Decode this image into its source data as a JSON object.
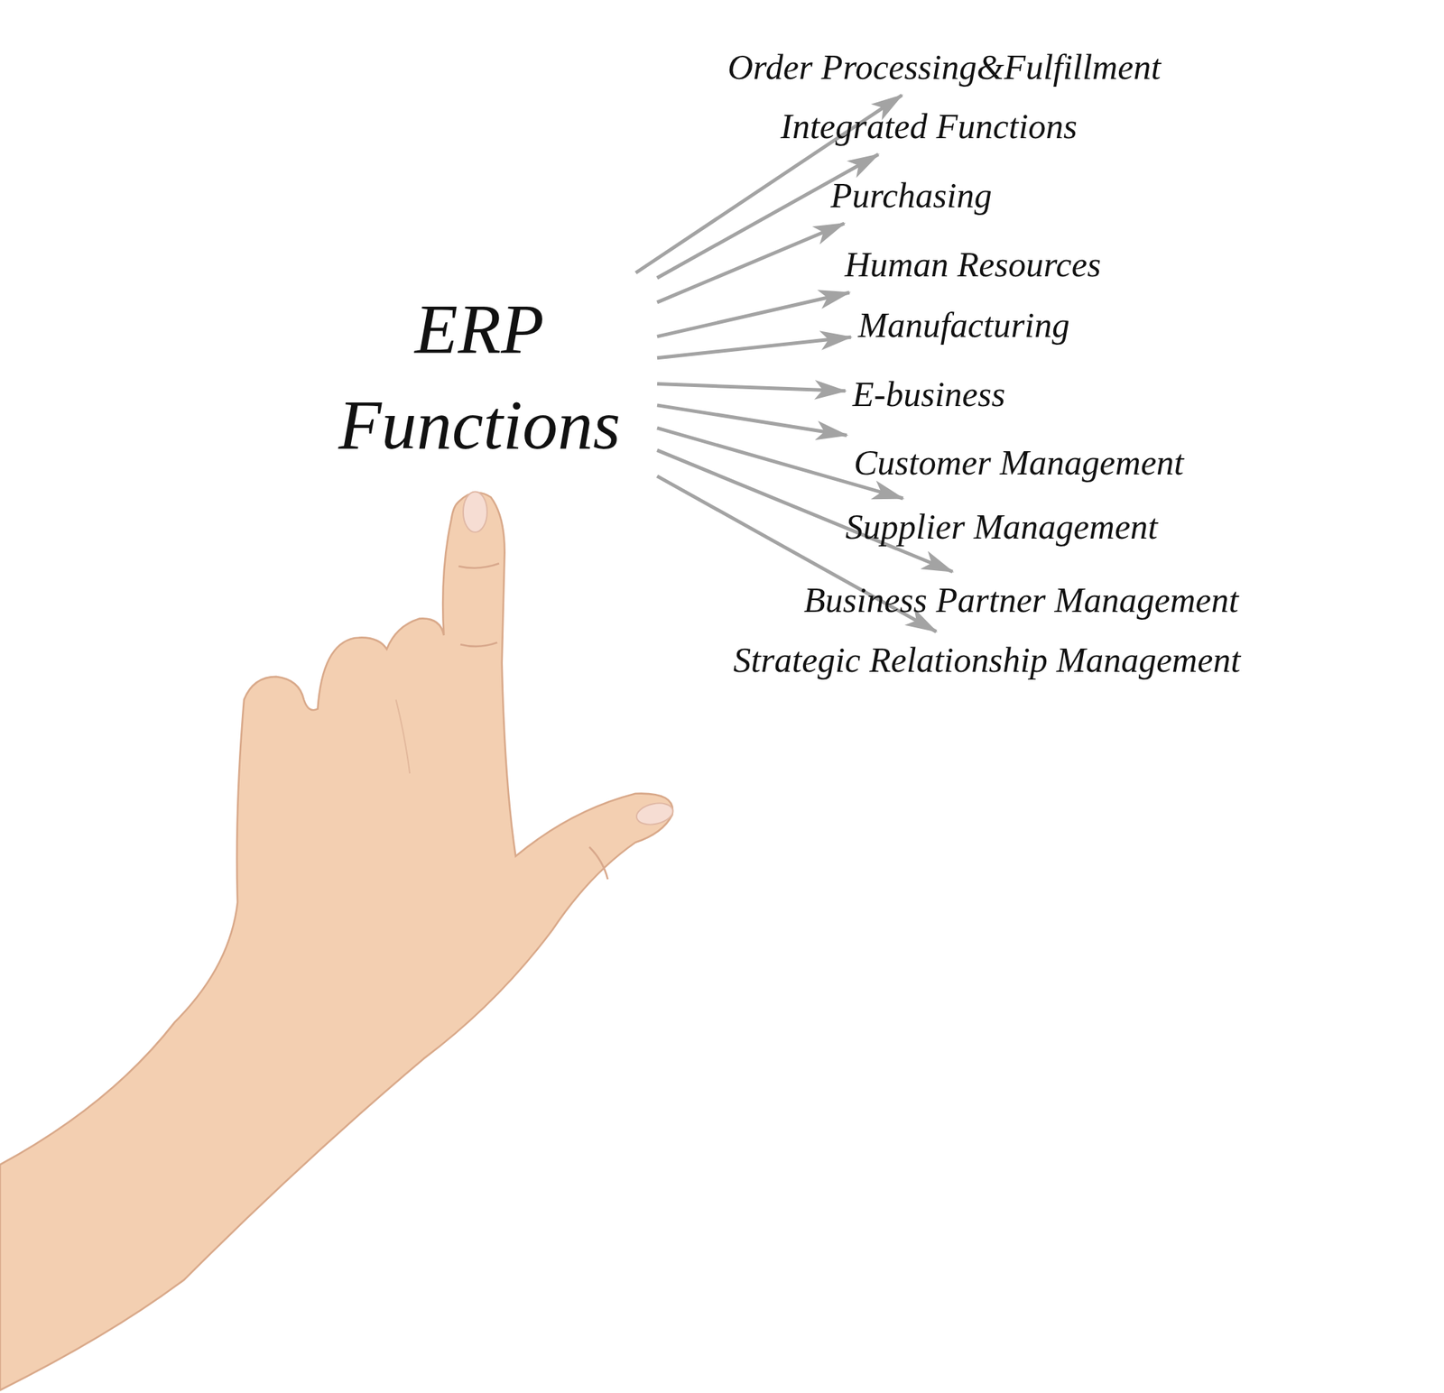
{
  "diagram": {
    "nodes": [
      {
        "text": [
          "ERP Functions"
        ]
      },
      {
        "text": [
          "Order Processing&Fulfillment"
        ]
      },
      {
        "text": [
          "Integrated Functions"
        ]
      },
      {
        "text": [
          "Purchasing"
        ]
      },
      {
        "text": [
          "Human Resources"
        ]
      },
      {
        "text": [
          "Manufacturing"
        ]
      },
      {
        "text": [
          "E-business"
        ]
      },
      {
        "text": [
          "Customer Management"
        ]
      },
      {
        "text": [
          "Supplier Management"
        ]
      },
      {
        "text": [
          "Business Partner Management"
        ]
      },
      {
        "text": [
          "Strategic Relationship Management"
        ]
      }
    ],
    "edges": [
      {
        "from": 0,
        "to": 1,
        "arrow": "to"
      },
      {
        "from": 0,
        "to": 2,
        "arrow": "to"
      },
      {
        "from": 0,
        "to": 3,
        "arrow": "to"
      },
      {
        "from": 0,
        "to": 4,
        "arrow": "to"
      },
      {
        "from": 0,
        "to": 5,
        "arrow": "to"
      },
      {
        "from": 0,
        "to": 6,
        "arrow": "to"
      },
      {
        "from": 0,
        "to": 7,
        "arrow": "to"
      },
      {
        "from": 0,
        "to": 8,
        "arrow": "to"
      },
      {
        "from": 0,
        "to": 9,
        "arrow": "to"
      },
      {
        "from": 0,
        "to": 10,
        "arrow": "to"
      }
    ]
  }
}
